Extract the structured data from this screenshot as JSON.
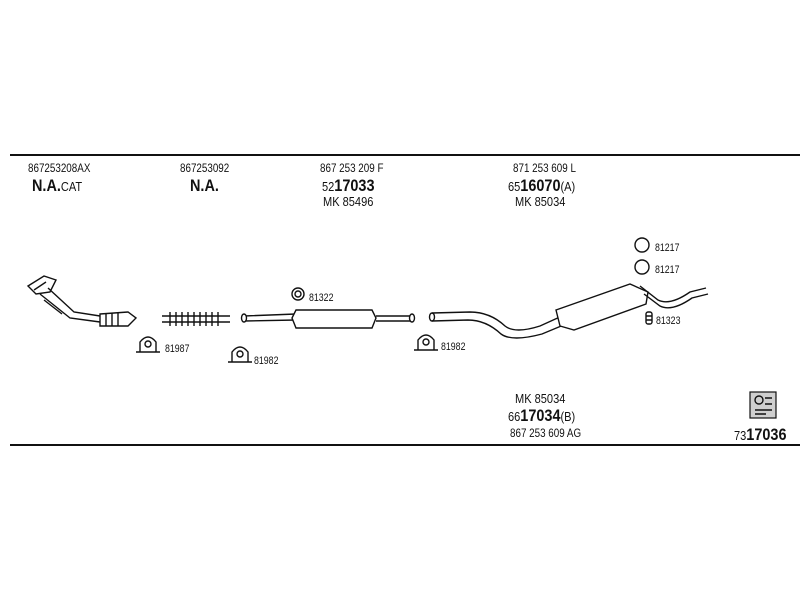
{
  "labels": {
    "col1": {
      "part": "867253208AX",
      "name_main": "N.A.",
      "name_suffix": "CAT"
    },
    "col2": {
      "part": "867253092",
      "name_main": "N.A."
    },
    "col3": {
      "part": "867 253 209 F",
      "code_prefix": "52",
      "code_main": "17033",
      "mk": "MK  85496"
    },
    "col4": {
      "part": "871 253 609 L",
      "code_prefix": "65",
      "code_main": "16070",
      "code_suffix": "(A)",
      "mk": "MK  85034"
    },
    "bottom_center": {
      "mk": "MK  85034",
      "code_prefix": "66",
      "code_main": "17034",
      "code_suffix": "(B)",
      "part": "867 253 609 AG"
    },
    "bottom_right": {
      "code_prefix": "73",
      "code_main": "17036"
    }
  },
  "parts": {
    "clamp1": "81987",
    "clamp2": "81982",
    "ring1": "81322",
    "clamp3": "81982",
    "ring2": "81217",
    "ring3": "81217",
    "hanger": "81323"
  },
  "icons": {
    "kit": "mounting-kit-icon"
  }
}
